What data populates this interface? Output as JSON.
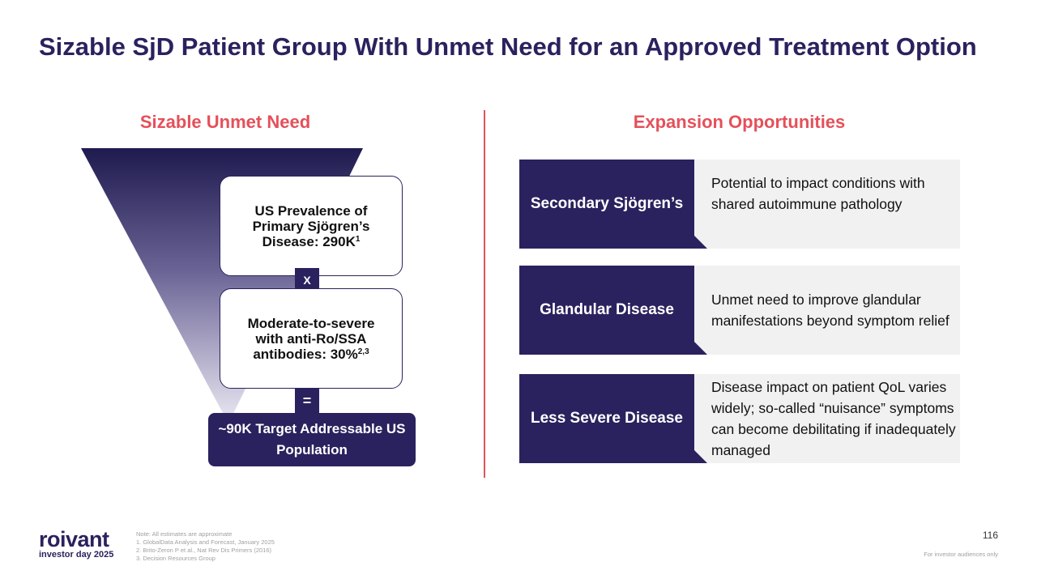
{
  "slide": {
    "title": "Sizable SjD Patient Group With Unmet Need for an Approved Treatment Option",
    "page_number": "116",
    "footer_note": "For investor audiences only"
  },
  "left": {
    "heading": "Sizable Unmet Need",
    "box1": {
      "text": "US Prevalence of Primary Sjögren’s Disease: 290K",
      "sup": "1"
    },
    "operator_multiply": "X",
    "box2": {
      "text": "Moderate-to-severe with anti-Ro/SSA antibodies: 30%",
      "sup": "2,3"
    },
    "operator_equals": "=",
    "result": "~90K Target Addressable US Population"
  },
  "right": {
    "heading": "Expansion Opportunities",
    "cards": [
      {
        "label": "Secondary Sjögren’s",
        "text": "Potential to impact conditions with shared autoimmune pathology"
      },
      {
        "label": "Glandular Disease",
        "text": "Unmet need to improve glandular manifestations beyond symptom relief"
      },
      {
        "label": "Less Severe Disease",
        "text": "Disease impact on patient QoL varies widely; so-called “nuisance” symptoms can become debilitating if inadequately managed"
      }
    ]
  },
  "footer": {
    "logo_word": "roivant",
    "logo_sub": "investor day 2025",
    "notes": [
      "Note: All estimates are approximate",
      "1. GlobalData Analysis and Forecast, January 2025",
      "2. Brito-Zeron P et al., Nat Rev Dis Primers (2016)",
      "3. Decision Resources Group"
    ]
  },
  "colors": {
    "navy": "#2a225e",
    "accent_red": "#e5505a",
    "card_gray": "#f1f1f1"
  }
}
